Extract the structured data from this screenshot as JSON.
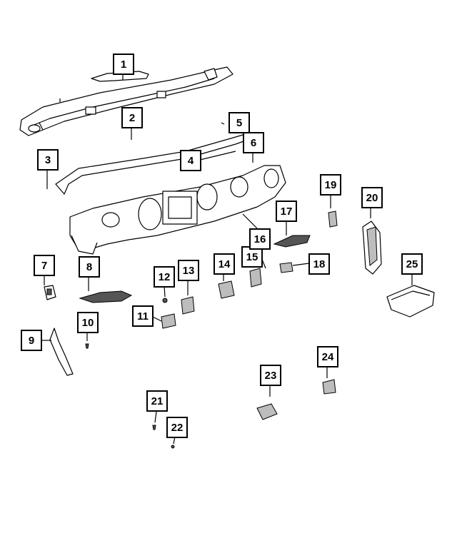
{
  "callouts": [
    {
      "number": "1"
    },
    {
      "number": "2"
    },
    {
      "number": "3"
    },
    {
      "number": "4"
    },
    {
      "number": "5"
    },
    {
      "number": "6"
    },
    {
      "number": "7"
    },
    {
      "number": "8"
    },
    {
      "number": "9"
    },
    {
      "number": "10"
    },
    {
      "number": "11"
    },
    {
      "number": "12"
    },
    {
      "number": "13"
    },
    {
      "number": "14"
    },
    {
      "number": "15"
    },
    {
      "number": "16"
    },
    {
      "number": "17"
    },
    {
      "number": "18"
    },
    {
      "number": "19"
    },
    {
      "number": "20"
    },
    {
      "number": "21"
    },
    {
      "number": "22"
    },
    {
      "number": "23"
    },
    {
      "number": "24"
    },
    {
      "number": "25"
    }
  ],
  "colors": {
    "line": "#000000",
    "fill_dark": "#555555",
    "fill_gray": "#bdbdbd",
    "background": "#ffffff"
  }
}
